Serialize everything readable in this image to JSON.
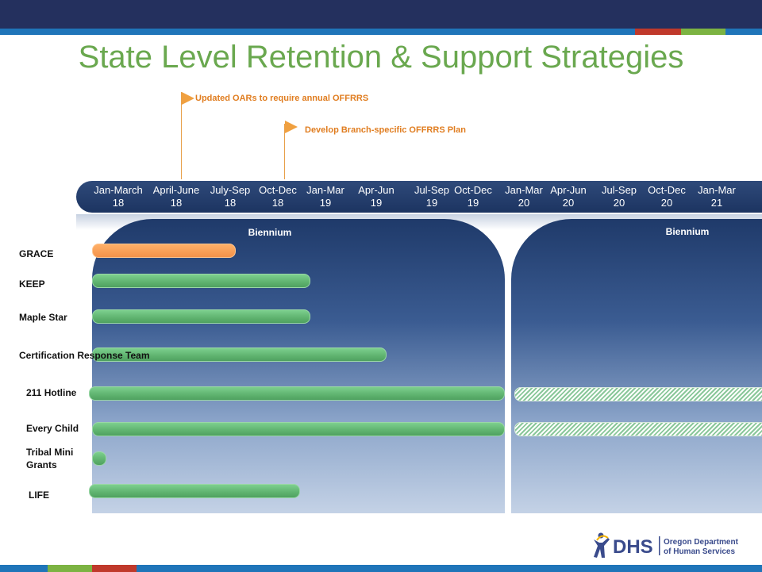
{
  "title": "State Level Retention & Support Strategies",
  "colors": {
    "header": "#24305e",
    "title": "#6aa84f",
    "accent_red": "#c0392b",
    "accent_green": "#7cb342",
    "accent_blue": "#1f75b9",
    "bar_green": "#5fb36f",
    "bar_orange": "#f4924a",
    "milestone": "#e07d20"
  },
  "milestones": [
    {
      "label": "Updated OARs to require annual OFFRRS"
    },
    {
      "label": "Develop Branch-specific  OFFRRS Plan"
    }
  ],
  "periods": [
    {
      "top": "Jan-March",
      "bottom": "18"
    },
    {
      "top": "April-June",
      "bottom": "18"
    },
    {
      "top": "July-Sep",
      "bottom": "18"
    },
    {
      "top": "Oct-Dec",
      "bottom": "18"
    },
    {
      "top": "Jan-Mar",
      "bottom": "19"
    },
    {
      "top": "Apr-Jun",
      "bottom": "19"
    },
    {
      "top": "Jul-Sep",
      "bottom": "19"
    },
    {
      "top": "Oct-Dec",
      "bottom": "19"
    },
    {
      "top": "Jan-Mar",
      "bottom": "20"
    },
    {
      "top": "Apr-Jun",
      "bottom": "20"
    },
    {
      "top": "Jul-Sep",
      "bottom": "20"
    },
    {
      "top": "Oct-Dec",
      "bottom": "20"
    },
    {
      "top": "Jan-Mar",
      "bottom": "21"
    }
  ],
  "panels": [
    {
      "label": "Biennium"
    },
    {
      "label": "Biennium"
    }
  ],
  "rows": [
    {
      "label": "GRACE"
    },
    {
      "label": "KEEP"
    },
    {
      "label": "Maple Star"
    },
    {
      "label": "Certification Response Team"
    },
    {
      "label": "211 Hotline"
    },
    {
      "label": "Every Child"
    },
    {
      "label": "Tribal Mini\nGrants"
    },
    {
      "label": "LIFE"
    }
  ],
  "logo": {
    "name": "DHS",
    "text_line1": "Oregon Department",
    "text_line2": "of Human Services"
  }
}
